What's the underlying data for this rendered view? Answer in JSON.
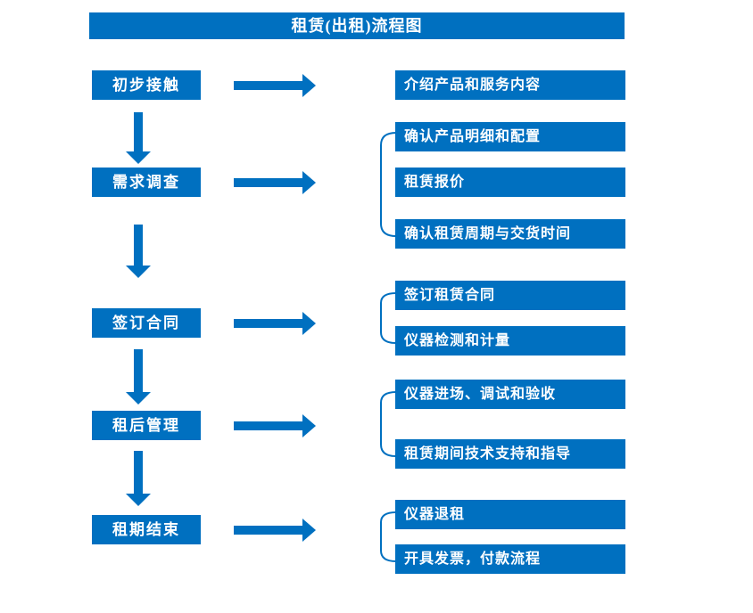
{
  "title": "租赁(出租)流程图",
  "colors": {
    "accent": "#0070C0",
    "text_on_accent": "#FFFFFF",
    "background": "#FFFFFF"
  },
  "steps": [
    {
      "label": "初步接触",
      "outputs": [
        "介绍产品和服务内容"
      ]
    },
    {
      "label": "需求调查",
      "outputs": [
        "确认产品明细和配置",
        "租赁报价",
        "确认租赁周期与交货时间"
      ]
    },
    {
      "label": "签订合同",
      "outputs": [
        "签订租赁合同",
        "仪器检测和计量"
      ]
    },
    {
      "label": "租后管理",
      "outputs": [
        "仪器进场、调试和验收",
        "租赁期间技术支持和指导"
      ]
    },
    {
      "label": "租期结束",
      "outputs": [
        "仪器退租",
        "开具发票，付款流程"
      ]
    }
  ]
}
